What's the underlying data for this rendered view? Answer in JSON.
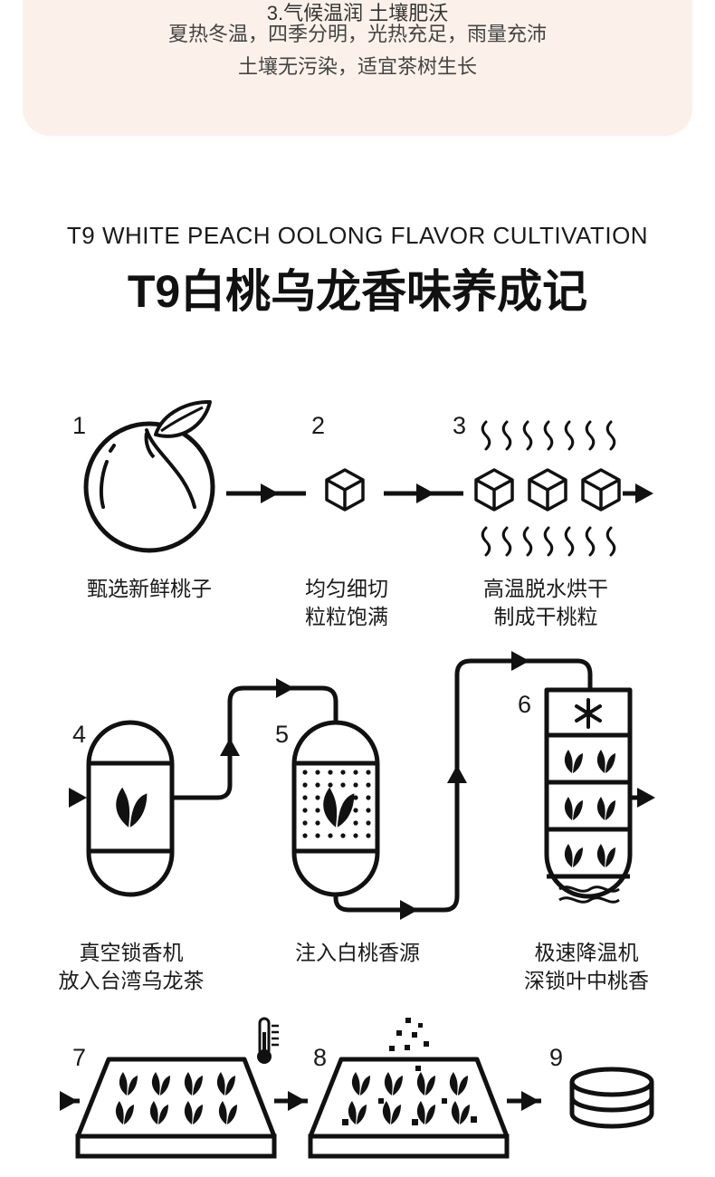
{
  "intro": {
    "heading": "3.气候温润 土壤肥沃",
    "line1": "夏热冬温，四季分明，光热充足，雨量充沛",
    "line2": "土壤无污染，适宜茶树生长"
  },
  "title_en": "T9 WHITE PEACH OOLONG FLAVOR CULTIVATION",
  "title_cn": "T9白桃乌龙香味养成记",
  "steps": [
    {
      "num": "1",
      "line1": "甄选新鲜桃子",
      "line2": ""
    },
    {
      "num": "2",
      "line1": "均匀细切",
      "line2": "粒粒饱满"
    },
    {
      "num": "3",
      "line1": "高温脱水烘干",
      "line2": "制成干桃粒"
    },
    {
      "num": "4",
      "line1": "真空锁香机",
      "line2": "放入台湾乌龙茶"
    },
    {
      "num": "5",
      "line1": "注入白桃香源",
      "line2": ""
    },
    {
      "num": "6",
      "line1": "极速降温机",
      "line2": "深锁叶中桃香"
    },
    {
      "num": "7",
      "line1": "",
      "line2": ""
    },
    {
      "num": "8",
      "line1": "",
      "line2": ""
    },
    {
      "num": "9",
      "line1": "",
      "line2": ""
    }
  ],
  "icons": {
    "peach": "peach-icon",
    "cube": "cube-icon",
    "heat": "heat-wave-icon",
    "tank": "vacuum-tank-icon",
    "cooler": "cooling-machine-icon",
    "tray": "drying-tray-icon",
    "thermo": "thermometer-icon",
    "can": "tea-can-icon"
  },
  "colors": {
    "card_bg": "#fbf1ea",
    "ink": "#111111"
  }
}
